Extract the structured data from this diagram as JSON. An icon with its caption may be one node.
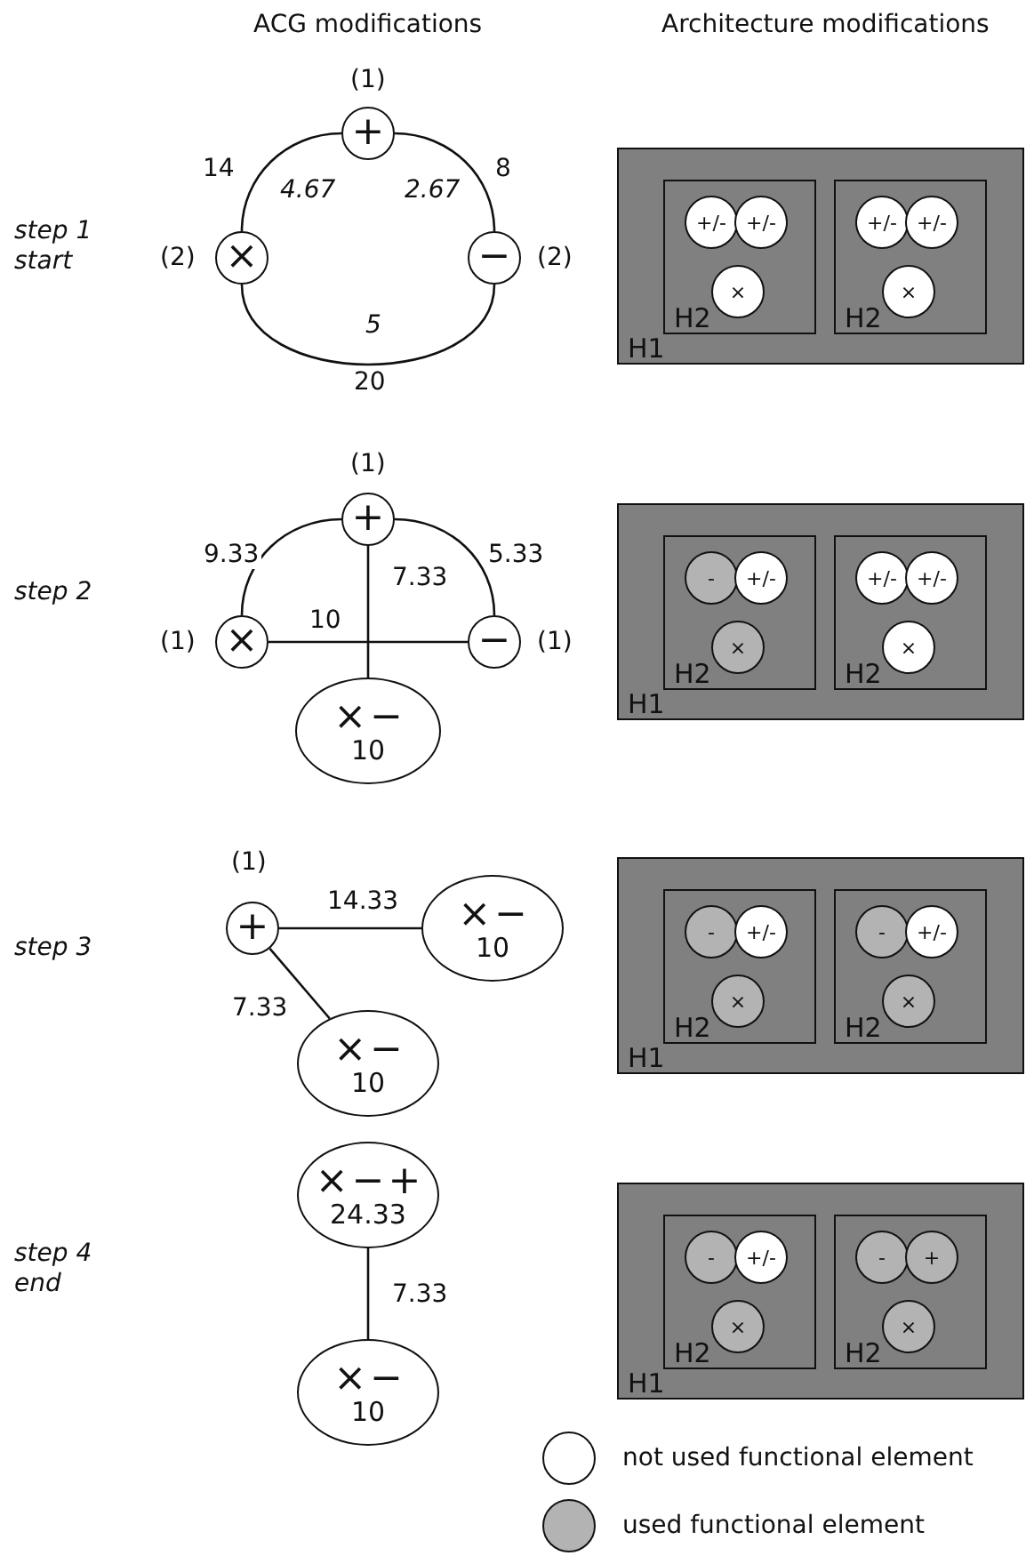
{
  "diagram": {
    "nodes": [
      {
        "text": [
          "+"
        ],
        "beside": [
          "(1)"
        ]
      },
      {
        "text": [
          "×"
        ],
        "beside": [
          "(2)"
        ]
      },
      {
        "text": [
          "−"
        ],
        "beside": [
          "(2)"
        ]
      },
      {
        "text": [
          "H1"
        ]
      },
      {
        "text": [
          "H2"
        ],
        "in": 3
      },
      {
        "text": [
          "+/-"
        ],
        "in": 4
      },
      {
        "text": [
          "+/-"
        ],
        "in": 4
      },
      {
        "text": [
          "×"
        ],
        "in": 4
      },
      {
        "text": [
          "H2"
        ],
        "in": 3
      },
      {
        "text": [
          "+/-"
        ],
        "in": 8
      },
      {
        "text": [
          "+/-"
        ],
        "in": 8
      },
      {
        "text": [
          "×"
        ],
        "in": 8
      },
      {
        "text": [
          "+"
        ],
        "beside": [
          "(1)"
        ]
      },
      {
        "text": [
          "×"
        ],
        "beside": [
          "(1)"
        ]
      },
      {
        "text": [
          "−"
        ],
        "beside": [
          "(1)"
        ]
      },
      {
        "text": [
          "×",
          "−",
          "10"
        ]
      },
      {
        "text": [
          "H1"
        ]
      },
      {
        "text": [
          "H2"
        ],
        "in": 16
      },
      {
        "text": [
          "-"
        ],
        "in": 17
      },
      {
        "text": [
          "+/-"
        ],
        "in": 17
      },
      {
        "text": [
          "×"
        ],
        "in": 17
      },
      {
        "text": [
          "H2"
        ],
        "in": 16
      },
      {
        "text": [
          "+/-"
        ],
        "in": 21
      },
      {
        "text": [
          "+/-"
        ],
        "in": 21
      },
      {
        "text": [
          "×"
        ],
        "in": 21
      },
      {
        "text": [
          "+"
        ],
        "beside": [
          "(1)"
        ]
      },
      {
        "text": [
          "×",
          "−",
          "10"
        ]
      },
      {
        "text": [
          "×",
          "−",
          "10"
        ]
      },
      {
        "text": [
          "H1"
        ]
      },
      {
        "text": [
          "H2"
        ],
        "in": 28
      },
      {
        "text": [
          "-"
        ],
        "in": 29
      },
      {
        "text": [
          "+/-"
        ],
        "in": 29
      },
      {
        "text": [
          "×"
        ],
        "in": 29
      },
      {
        "text": [
          "H2"
        ],
        "in": 28
      },
      {
        "text": [
          "-"
        ],
        "in": 33
      },
      {
        "text": [
          "+/-"
        ],
        "in": 33
      },
      {
        "text": [
          "×"
        ],
        "in": 33
      },
      {
        "text": [
          "×",
          "−",
          "+",
          "24.33"
        ]
      },
      {
        "text": [
          "×",
          "−",
          "10"
        ]
      },
      {
        "text": [
          "H1"
        ]
      },
      {
        "text": [
          "H2"
        ],
        "in": 39
      },
      {
        "text": [
          "-"
        ],
        "in": 40
      },
      {
        "text": [
          "+/-"
        ],
        "in": 40
      },
      {
        "text": [
          "×"
        ],
        "in": 40
      },
      {
        "text": [
          "H2"
        ],
        "in": 39
      },
      {
        "text": [
          "-"
        ],
        "in": 44
      },
      {
        "text": [
          "+"
        ],
        "in": 44
      },
      {
        "text": [
          "×"
        ],
        "in": 44
      }
    ],
    "edges": [
      {
        "from": 0,
        "to": 1,
        "arrow": "none",
        "label": "14"
      },
      {
        "from": 0,
        "to": 2,
        "arrow": "none",
        "label": "8"
      },
      {
        "from": 1,
        "to": 2,
        "arrow": "none",
        "label": "20"
      },
      {
        "from": 12,
        "to": 13,
        "arrow": "none",
        "label": "9.33"
      },
      {
        "from": 12,
        "to": 14,
        "arrow": "none",
        "label": "5.33"
      },
      {
        "from": 13,
        "to": 14,
        "arrow": "none",
        "label": "10"
      },
      {
        "from": 12,
        "to": 15,
        "arrow": "none",
        "label": "7.33"
      },
      {
        "from": 25,
        "to": 26,
        "arrow": "none",
        "label": "14.33"
      },
      {
        "from": 25,
        "to": 27,
        "arrow": "none",
        "label": "7.33"
      },
      {
        "from": 37,
        "to": 38,
        "arrow": "none",
        "label": "7.33"
      }
    ],
    "labels": [
      "ACG modifications",
      "Architecture modifications",
      "step 1 start",
      "4.67",
      "2.67",
      "5",
      "step 2",
      "step 3",
      "step 4 end"
    ],
    "legend": [
      {
        "text": "not used functional element",
        "color": "#ffffff"
      },
      {
        "text": "used functional element",
        "color": "#b3b3b3"
      }
    ]
  }
}
